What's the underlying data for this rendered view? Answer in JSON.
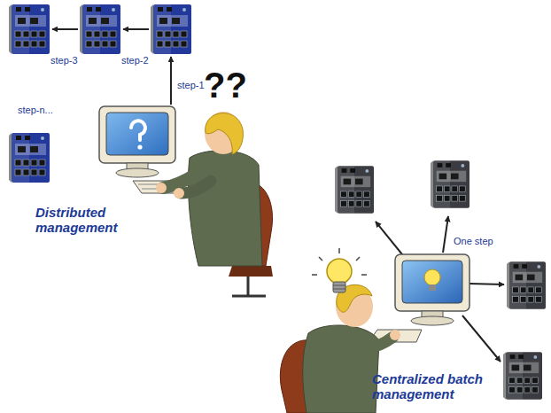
{
  "diagram": {
    "labels": [
      "step-3",
      "step-2",
      "step-1",
      "step-n...",
      "??",
      "Distributed management",
      "One step",
      "Centralized batch management"
    ]
  }
}
